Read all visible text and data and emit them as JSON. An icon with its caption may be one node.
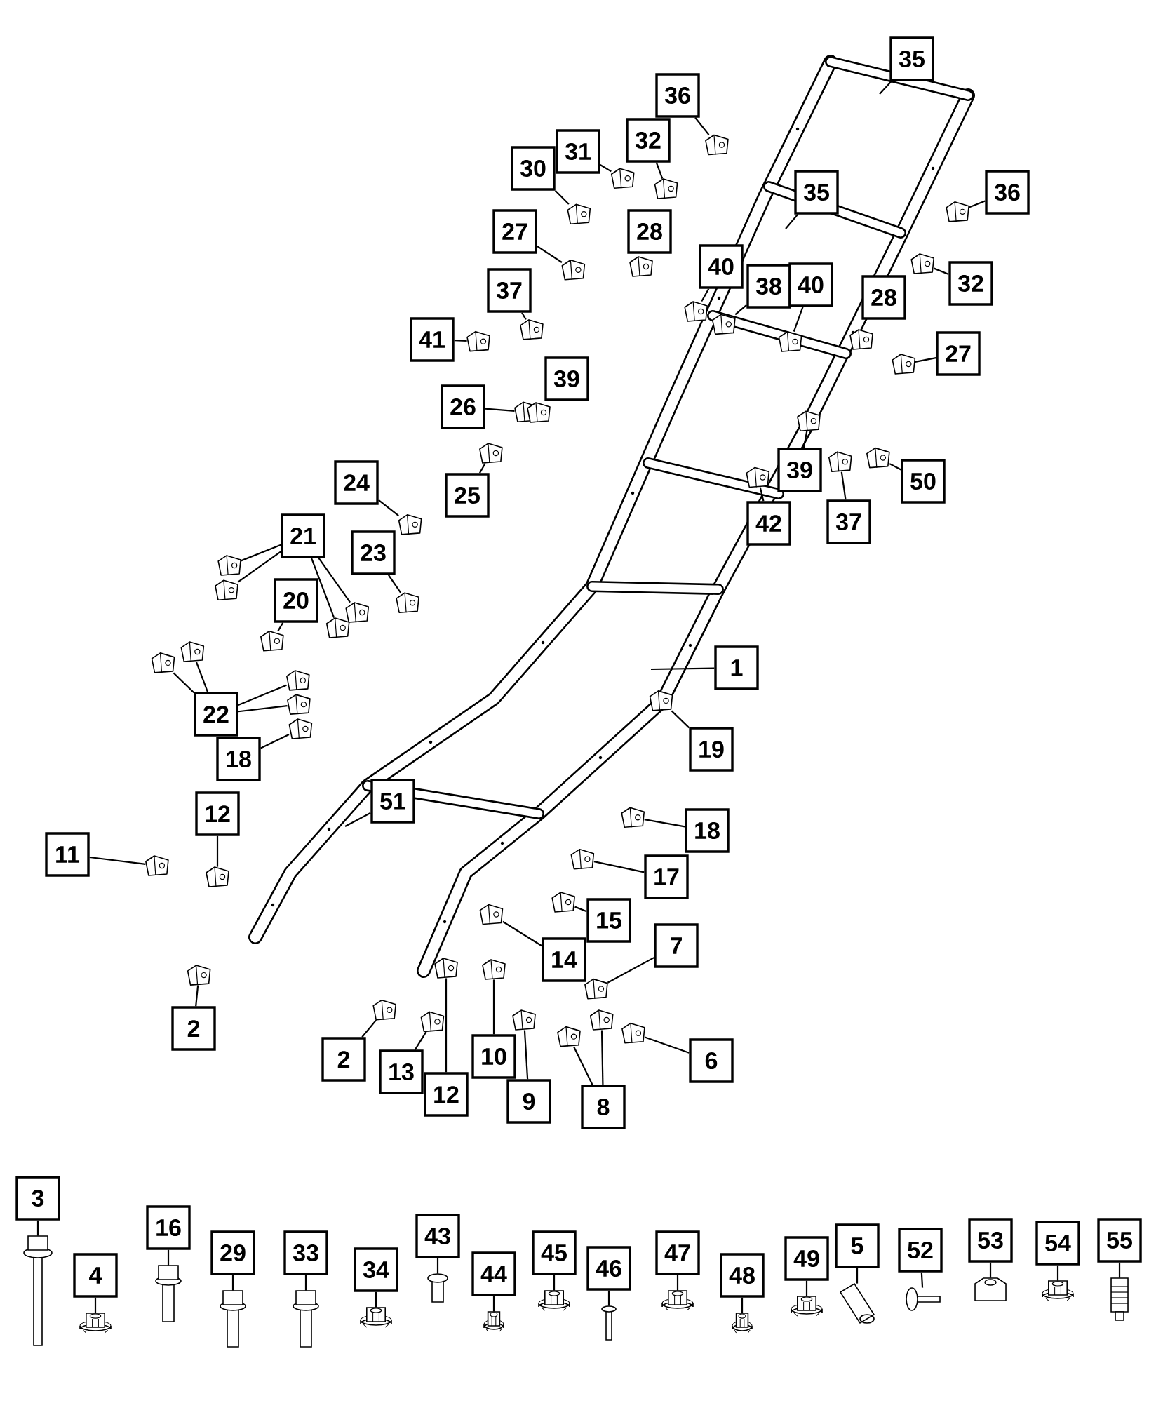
{
  "diagram": {
    "nodes": [
      {
        "text": [
          "35"
        ]
      },
      {
        "text": [
          "36"
        ]
      },
      {
        "text": [
          "32"
        ]
      },
      {
        "text": [
          "31"
        ]
      },
      {
        "text": [
          "30"
        ]
      },
      {
        "text": [
          "35"
        ]
      },
      {
        "text": [
          "36"
        ]
      },
      {
        "text": [
          "27"
        ]
      },
      {
        "text": [
          "28"
        ]
      },
      {
        "text": [
          "40"
        ]
      },
      {
        "text": [
          "38"
        ]
      },
      {
        "text": [
          "32"
        ]
      },
      {
        "text": [
          "40"
        ]
      },
      {
        "text": [
          "37"
        ]
      },
      {
        "text": [
          "28"
        ]
      },
      {
        "text": [
          "41"
        ]
      },
      {
        "text": [
          "27"
        ]
      },
      {
        "text": [
          "39"
        ]
      },
      {
        "text": [
          "26"
        ]
      },
      {
        "text": [
          "39"
        ]
      },
      {
        "text": [
          "24"
        ]
      },
      {
        "text": [
          "50"
        ]
      },
      {
        "text": [
          "25"
        ]
      },
      {
        "text": [
          "37"
        ]
      },
      {
        "text": [
          "42"
        ]
      },
      {
        "text": [
          "21"
        ]
      },
      {
        "text": [
          "23"
        ]
      },
      {
        "text": [
          "20"
        ]
      },
      {
        "text": [
          "1"
        ]
      },
      {
        "text": [
          "22"
        ]
      },
      {
        "text": [
          "19"
        ]
      },
      {
        "text": [
          "18"
        ]
      },
      {
        "text": [
          "51"
        ]
      },
      {
        "text": [
          "12"
        ]
      },
      {
        "text": [
          "18"
        ]
      },
      {
        "text": [
          "11"
        ]
      },
      {
        "text": [
          "17"
        ]
      },
      {
        "text": [
          "15"
        ]
      },
      {
        "text": [
          "7"
        ]
      },
      {
        "text": [
          "14"
        ]
      },
      {
        "text": [
          "2"
        ]
      },
      {
        "text": [
          "10"
        ]
      },
      {
        "text": [
          "2"
        ]
      },
      {
        "text": [
          "6"
        ]
      },
      {
        "text": [
          "13"
        ]
      },
      {
        "text": [
          "12"
        ]
      },
      {
        "text": [
          "9"
        ]
      },
      {
        "text": [
          "8"
        ]
      },
      {
        "text": [
          "3"
        ]
      },
      {
        "text": [
          "4"
        ]
      },
      {
        "text": [
          "16"
        ]
      },
      {
        "text": [
          "29"
        ]
      },
      {
        "text": [
          "33"
        ]
      },
      {
        "text": [
          "34"
        ]
      },
      {
        "text": [
          "43"
        ]
      },
      {
        "text": [
          "44"
        ]
      },
      {
        "text": [
          "45"
        ]
      },
      {
        "text": [
          "46"
        ]
      },
      {
        "text": [
          "47"
        ]
      },
      {
        "text": [
          "48"
        ]
      },
      {
        "text": [
          "49"
        ]
      },
      {
        "text": [
          "5"
        ]
      },
      {
        "text": [
          "52"
        ]
      },
      {
        "text": [
          "53"
        ]
      },
      {
        "text": [
          "54"
        ]
      },
      {
        "text": [
          "55"
        ]
      },
      {
        "text": [],
        "shape": "picture"
      },
      {
        "text": [],
        "shape": "picture"
      },
      {
        "text": [],
        "shape": "picture"
      },
      {
        "text": [],
        "shape": "picture"
      },
      {
        "text": [],
        "shape": "picture"
      },
      {
        "text": [],
        "shape": "picture"
      },
      {
        "text": [],
        "shape": "picture"
      },
      {
        "text": [],
        "shape": "picture"
      },
      {
        "text": [],
        "shape": "picture"
      },
      {
        "text": [],
        "shape": "picture"
      },
      {
        "text": [],
        "shape": "picture"
      },
      {
        "text": [],
        "shape": "picture"
      },
      {
        "text": [],
        "shape": "picture"
      },
      {
        "text": [],
        "shape": "picture"
      },
      {
        "text": [],
        "shape": "picture"
      },
      {
        "text": [],
        "shape": "picture"
      },
      {
        "text": [],
        "shape": "picture"
      },
      {
        "text": [],
        "shape": "picture"
      },
      {
        "text": [],
        "shape": "picture"
      },
      {
        "text": [],
        "shape": "picture"
      },
      {
        "text": [],
        "shape": "picture"
      },
      {
        "text": [],
        "shape": "picture"
      },
      {
        "text": [],
        "shape": "picture"
      },
      {
        "text": [],
        "shape": "picture"
      },
      {
        "text": [],
        "shape": "picture"
      },
      {
        "text": [],
        "shape": "picture"
      },
      {
        "text": [],
        "shape": "picture"
      },
      {
        "text": [],
        "shape": "picture"
      },
      {
        "text": [],
        "shape": "picture"
      },
      {
        "text": [],
        "shape": "picture"
      },
      {
        "text": [],
        "shape": "picture"
      },
      {
        "text": [],
        "shape": "picture"
      },
      {
        "text": [],
        "shape": "picture"
      },
      {
        "text": [],
        "shape": "picture"
      },
      {
        "text": [],
        "shape": "picture"
      },
      {
        "text": [],
        "shape": "picture"
      },
      {
        "text": [],
        "shape": "picture"
      },
      {
        "text": [],
        "shape": "picture"
      },
      {
        "text": [],
        "shape": "picture"
      },
      {
        "text": [],
        "shape": "picture"
      },
      {
        "text": [],
        "shape": "picture"
      },
      {
        "text": [],
        "shape": "picture"
      },
      {
        "text": [],
        "shape": "picture"
      },
      {
        "text": [],
        "shape": "picture"
      },
      {
        "text": [],
        "shape": "picture"
      },
      {
        "text": [],
        "shape": "picture"
      },
      {
        "text": [],
        "shape": "picture"
      },
      {
        "text": [],
        "shape": "picture"
      },
      {
        "text": [],
        "shape": "picture"
      },
      {
        "text": [],
        "shape": "picture"
      },
      {
        "text": [],
        "shape": "picture"
      },
      {
        "text": [],
        "shape": "picture"
      },
      {
        "text": [],
        "shape": "picture"
      },
      {
        "text": [],
        "shape": "picture"
      },
      {
        "text": [],
        "shape": "picture"
      },
      {
        "text": [],
        "shape": "picture"
      },
      {
        "text": [],
        "shape": "picture"
      },
      {
        "text": [],
        "shape": "picture"
      },
      {
        "text": [],
        "shape": "picture"
      },
      {
        "text": [],
        "shape": "picture"
      },
      {
        "text": [],
        "shape": "picture"
      },
      {
        "text": [],
        "shape": "picture"
      },
      {
        "text": [],
        "shape": "picture"
      },
      {
        "text": [],
        "shape": "picture"
      },
      {
        "text": [],
        "shape": "picture"
      },
      {
        "text": [],
        "shape": "picture"
      },
      {
        "text": [],
        "shape": "picture"
      },
      {
        "text": [],
        "shape": "picture"
      },
      {
        "text": [],
        "shape": "picture"
      }
    ],
    "edges": [
      {
        "from": 0,
        "to": null,
        "arrow": "none"
      },
      {
        "from": 1,
        "to": 66,
        "arrow": "none"
      },
      {
        "from": 2,
        "to": 67,
        "arrow": "none"
      },
      {
        "from": 3,
        "to": 68,
        "arrow": "none"
      },
      {
        "from": 4,
        "to": 69,
        "arrow": "none"
      },
      {
        "from": 5,
        "to": null,
        "arrow": "none"
      },
      {
        "from": 6,
        "to": 70,
        "arrow": "none"
      },
      {
        "from": 7,
        "to": 71,
        "arrow": "none"
      },
      {
        "from": 9,
        "to": 72,
        "arrow": "none"
      },
      {
        "from": 10,
        "to": 73,
        "arrow": "none"
      },
      {
        "from": 11,
        "to": 74,
        "arrow": "none"
      },
      {
        "from": 12,
        "to": 75,
        "arrow": "none"
      },
      {
        "from": 13,
        "to": 76,
        "arrow": "none"
      },
      {
        "from": 15,
        "to": 77,
        "arrow": "none"
      },
      {
        "from": 16,
        "to": 78,
        "arrow": "none"
      },
      {
        "from": 18,
        "to": 79,
        "arrow": "none"
      },
      {
        "from": 19,
        "to": 80,
        "arrow": "none"
      },
      {
        "from": 20,
        "to": 81,
        "arrow": "none"
      },
      {
        "from": 21,
        "to": 82,
        "arrow": "none"
      },
      {
        "from": 22,
        "to": 83,
        "arrow": "none"
      },
      {
        "from": 23,
        "to": 84,
        "arrow": "none"
      },
      {
        "from": 24,
        "to": 85,
        "arrow": "none"
      },
      {
        "from": 25,
        "to": 86,
        "arrow": "none"
      },
      {
        "from": 25,
        "to": 87,
        "arrow": "none"
      },
      {
        "from": 25,
        "to": 88,
        "arrow": "none"
      },
      {
        "from": 25,
        "to": 89,
        "arrow": "none"
      },
      {
        "from": 26,
        "to": 90,
        "arrow": "none"
      },
      {
        "from": 27,
        "to": 91,
        "arrow": "none"
      },
      {
        "from": 28,
        "to": null,
        "arrow": "none"
      },
      {
        "from": 29,
        "to": 92,
        "arrow": "none"
      },
      {
        "from": 29,
        "to": 93,
        "arrow": "none"
      },
      {
        "from": 29,
        "to": 94,
        "arrow": "none"
      },
      {
        "from": 29,
        "to": 95,
        "arrow": "none"
      },
      {
        "from": 30,
        "to": 96,
        "arrow": "none"
      },
      {
        "from": 31,
        "to": 97,
        "arrow": "none"
      },
      {
        "from": 32,
        "to": null,
        "arrow": "none"
      },
      {
        "from": 33,
        "to": 98,
        "arrow": "none"
      },
      {
        "from": 34,
        "to": 99,
        "arrow": "none"
      },
      {
        "from": 35,
        "to": 100,
        "arrow": "none"
      },
      {
        "from": 36,
        "to": 101,
        "arrow": "none"
      },
      {
        "from": 37,
        "to": 102,
        "arrow": "none"
      },
      {
        "from": 38,
        "to": 103,
        "arrow": "none"
      },
      {
        "from": 39,
        "to": 104,
        "arrow": "none"
      },
      {
        "from": 40,
        "to": 105,
        "arrow": "none"
      },
      {
        "from": 41,
        "to": 106,
        "arrow": "none"
      },
      {
        "from": 42,
        "to": 107,
        "arrow": "none"
      },
      {
        "from": 43,
        "to": 108,
        "arrow": "none"
      },
      {
        "from": 44,
        "to": 109,
        "arrow": "none"
      },
      {
        "from": 45,
        "to": 110,
        "arrow": "none"
      },
      {
        "from": 46,
        "to": 111,
        "arrow": "none"
      },
      {
        "from": 47,
        "to": 112,
        "arrow": "none"
      },
      {
        "from": 47,
        "to": 113,
        "arrow": "none"
      },
      {
        "from": 48,
        "to": 117,
        "arrow": "none"
      },
      {
        "from": 49,
        "to": 118,
        "arrow": "none"
      },
      {
        "from": 50,
        "to": 119,
        "arrow": "none"
      },
      {
        "from": 51,
        "to": 120,
        "arrow": "none"
      },
      {
        "from": 52,
        "to": 121,
        "arrow": "none"
      },
      {
        "from": 53,
        "to": 122,
        "arrow": "none"
      },
      {
        "from": 54,
        "to": 123,
        "arrow": "none"
      },
      {
        "from": 55,
        "to": 124,
        "arrow": "none"
      },
      {
        "from": 56,
        "to": 125,
        "arrow": "none"
      },
      {
        "from": 57,
        "to": 126,
        "arrow": "none"
      },
      {
        "from": 58,
        "to": 127,
        "arrow": "none"
      },
      {
        "from": 59,
        "to": 128,
        "arrow": "none"
      },
      {
        "from": 60,
        "to": 129,
        "arrow": "none"
      },
      {
        "from": 61,
        "to": 130,
        "arrow": "none"
      },
      {
        "from": 62,
        "to": 131,
        "arrow": "none"
      },
      {
        "from": 63,
        "to": 132,
        "arrow": "none"
      },
      {
        "from": 64,
        "to": 133,
        "arrow": "none"
      },
      {
        "from": 65,
        "to": 134,
        "arrow": "none"
      }
    ]
  }
}
